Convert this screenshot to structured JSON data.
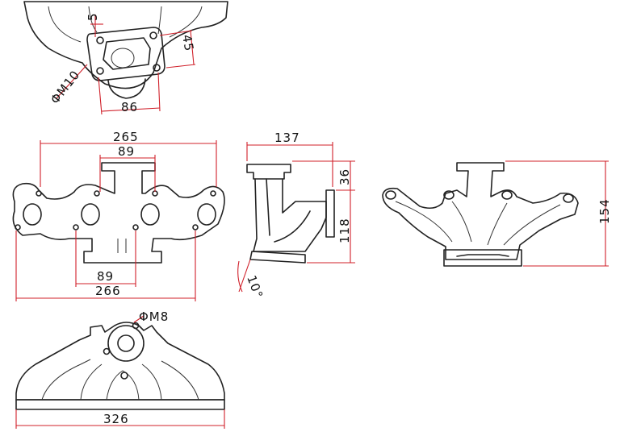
{
  "colors": {
    "dimension_line": "#d0202a",
    "part_outline": "#222222",
    "background": "#ffffff"
  },
  "dims": {
    "flange_bolt_gap": "5",
    "flange_side": "45",
    "bolt_thread": "ΦM10",
    "flange_width": "86",
    "inlet_span_top": "265",
    "outlet_flange_top": "89",
    "outlet_flange_bottom": "89",
    "inlet_span_bottom": "266",
    "side_depth": "137",
    "side_outlet_height": "36",
    "side_inlet_height": "118",
    "flange_angle": "10°",
    "total_height": "154",
    "stud_thread": "ΦM8",
    "total_length": "326"
  }
}
